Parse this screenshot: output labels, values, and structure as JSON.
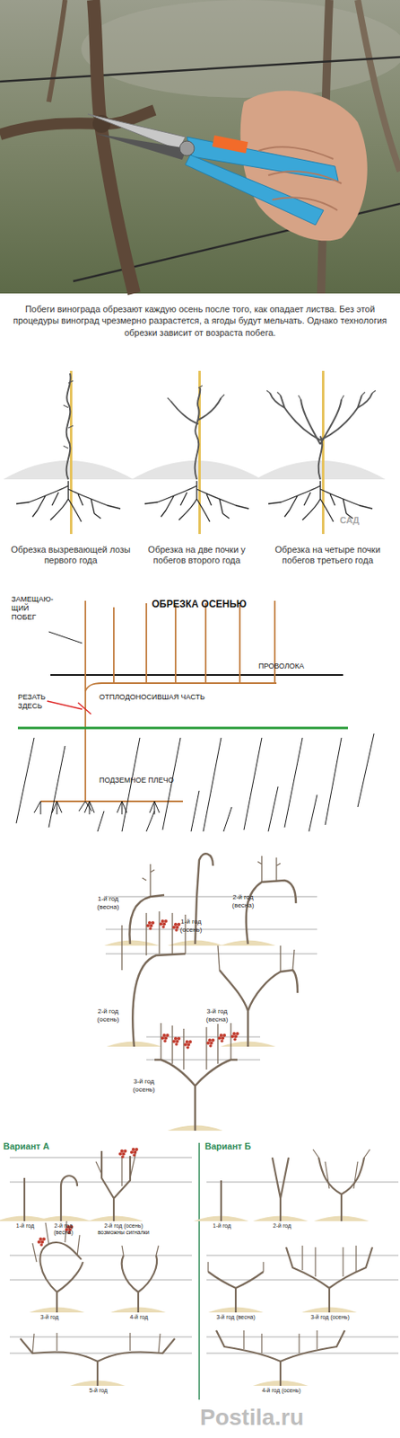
{
  "diagram": {
    "labels": [
      "Побеги винограда обрезают каждую осень после того, как опадает листва. Без этой процедуры виноград чрезмерно разрастется, а ягоды будут мельчать. Однако технология обрезки зависит от возраста побега.",
      "Обрезка вызревающей лозы первого года",
      "Обрезка на две почки у побегов второго года",
      "Обрезка на четыре почки побегов третьего года",
      "САД",
      "ОБРЕЗКА ОСЕНЬЮ",
      "ЗАМЕЩАЮ- ЩИЙ ПОБЕГ",
      "ПРОВОЛОКА",
      "РЕЗАТЬ ЗДЕСЬ",
      "ОТПЛОДОНОСИВШАЯ ЧАСТЬ",
      "ПОДЗЕМНОЕ ПЛЕЧО",
      "1-й год (весна)",
      "1-й год (осень)",
      "2-й год (весна)",
      "2-й год (осень)",
      "3-й год (весна)",
      "3-й год (осень)",
      "Вариант А",
      "Вариант Б",
      "1-й год",
      "2-й год (весна)",
      "2-й год (осень) возможны сигналки",
      "3-й год",
      "4-й год",
      "5-й год",
      "1-й год",
      "2-й год",
      "3-й год (весна)",
      "3-й год (осень)",
      "4-й год (осень)",
      "Postila.ru"
    ]
  }
}
